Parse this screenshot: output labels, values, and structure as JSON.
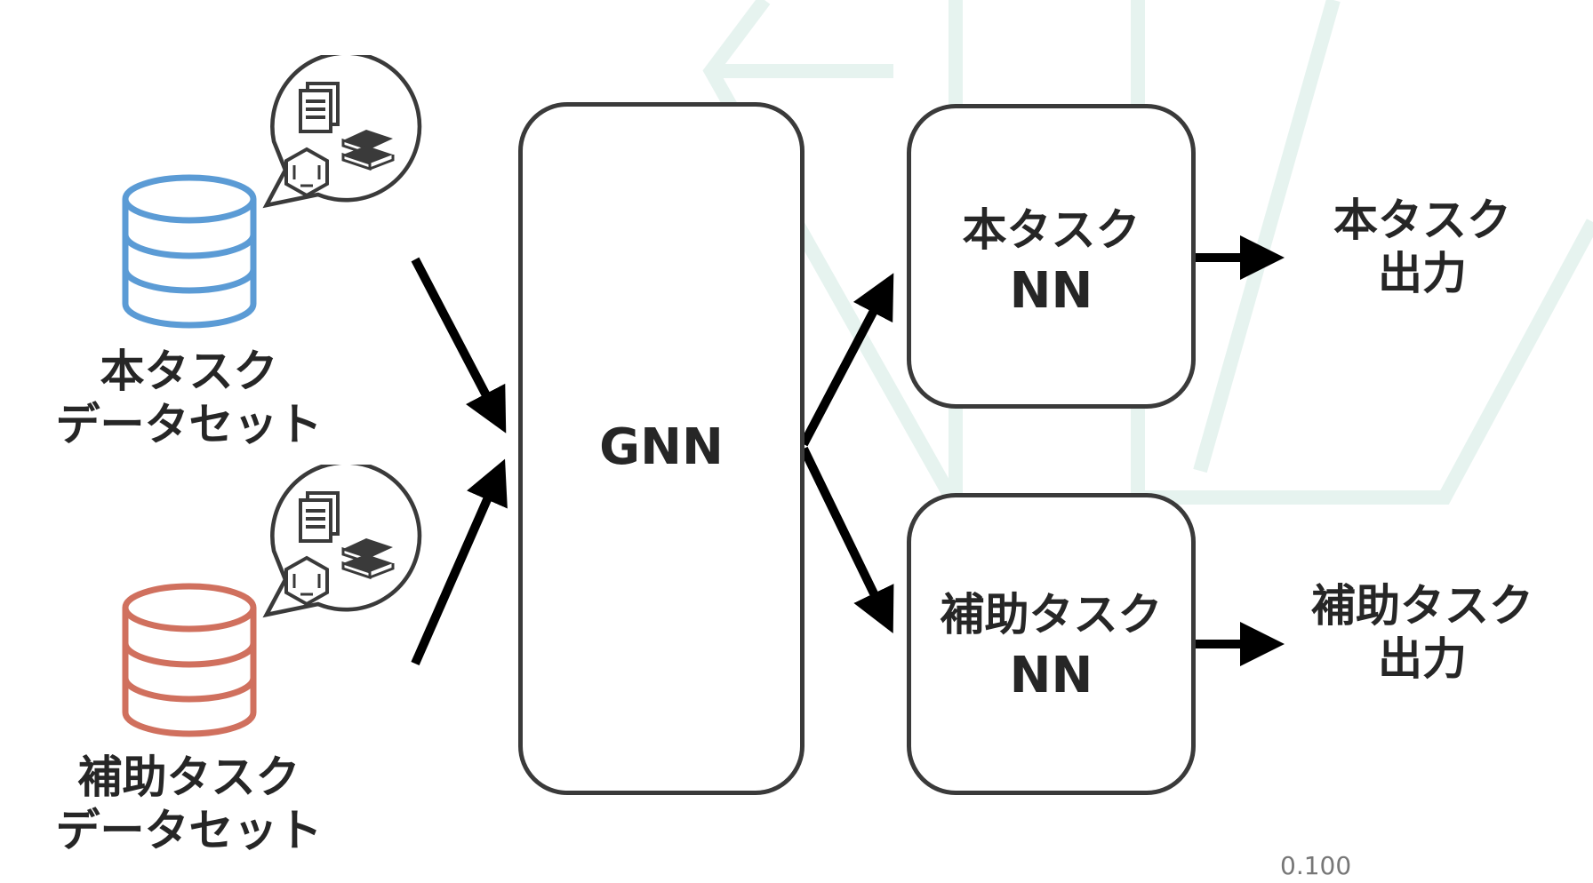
{
  "inputs": {
    "main_dataset": {
      "line1": "本タスク",
      "line2": "データセット",
      "color": "#5b9bd5"
    },
    "aux_dataset": {
      "line1": "補助タスク",
      "line2": "データセット",
      "color": "#d0705e"
    }
  },
  "gnn": {
    "label": "GNN"
  },
  "heads": {
    "main": {
      "line1": "本タスク",
      "line2": "NN"
    },
    "aux": {
      "line1": "補助タスク",
      "line2": "NN"
    }
  },
  "outputs": {
    "main": {
      "line1": "本タスク",
      "line2": "出力"
    },
    "aux": {
      "line1": "補助タスク",
      "line2": "出力"
    }
  },
  "footer": {
    "page_number": "0.100"
  },
  "colors": {
    "stroke": "#3a3a3a",
    "arrow": "#000000",
    "watermark": "#e6f3ef"
  },
  "icons": [
    "database-icon",
    "document-icon",
    "books-icon",
    "benzene-ring-icon",
    "speech-bubble-icon"
  ]
}
